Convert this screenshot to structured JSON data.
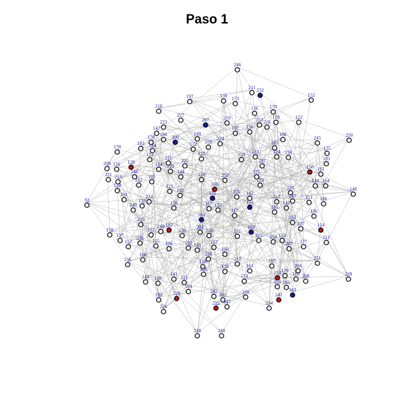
{
  "title": "Paso 1",
  "colors": {
    "background": "#ffffff",
    "edge": "#b3b3b3",
    "node_default": "#ffffff",
    "node_blue": "#1c1c9c",
    "node_red": "#c01818",
    "node_border": "#000000",
    "label": "#1a1aa8"
  },
  "labels": [
    "246",
    "92",
    "218",
    "248",
    "250",
    "148",
    "228",
    "226",
    "126",
    "152",
    "231",
    "144",
    "200",
    "138",
    "225",
    "187",
    "179",
    "191",
    "238",
    "201",
    "183",
    "170",
    "165",
    "169",
    "209",
    "151",
    "177",
    "156",
    "153",
    "147",
    "127",
    "158",
    "188",
    "164",
    "175",
    "171",
    "239",
    "115",
    "213",
    "249",
    "160",
    "248",
    "154",
    "198",
    "131",
    "133",
    "192",
    "140",
    "252",
    "193",
    "127",
    "104",
    "182",
    "142",
    "207",
    "221",
    "180",
    "108",
    "162",
    "157",
    "119",
    "218",
    "196",
    "102",
    "168",
    "216",
    "128",
    "137",
    "174",
    "103",
    "122",
    "224",
    "197",
    "163",
    "136",
    "130",
    "176",
    "237",
    "241",
    "223",
    "110",
    "121",
    "155",
    "116",
    "132",
    "125",
    "123",
    "196",
    "232",
    "208",
    "245",
    "150",
    "212",
    "178",
    "139",
    "149",
    "227",
    "166",
    "120",
    "158",
    "185",
    "161",
    "233",
    "170",
    "229",
    "219",
    "251",
    "136",
    "172",
    "161",
    "194",
    "105",
    "112",
    "141",
    "106",
    "129",
    "144",
    "222",
    "118",
    "135",
    "145",
    "247",
    "101",
    "117",
    "111",
    "124",
    "181",
    "236",
    "109",
    "214",
    "234",
    "167",
    "113",
    "217",
    "207",
    "211",
    "242",
    "199",
    "184",
    "143",
    "210",
    "114",
    "107",
    "186",
    "247",
    "220",
    "189",
    "240",
    "202",
    "159",
    "173",
    "212",
    "204",
    "230",
    "234",
    "162",
    "197"
  ]
}
